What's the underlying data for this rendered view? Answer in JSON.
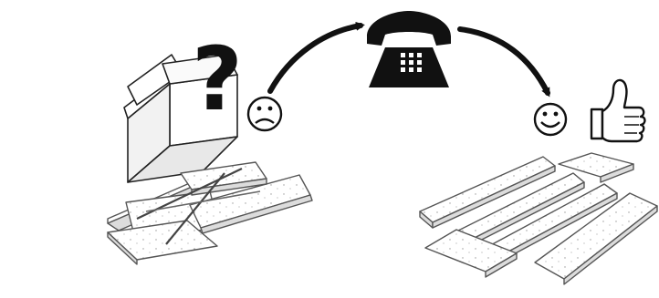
{
  "scene": {
    "question_mark": "?",
    "steps": [
      {
        "name": "problem",
        "mood": "sad-face-icon"
      },
      {
        "name": "call",
        "icon": "telephone-icon"
      },
      {
        "name": "solved",
        "mood": "happy-face-icon",
        "gesture": "thumbs-up-icon"
      }
    ],
    "colors": {
      "ink": "#111111",
      "board": "#ffffff",
      "board_edge": "#555555",
      "board_side": "#dcdcdc"
    }
  }
}
